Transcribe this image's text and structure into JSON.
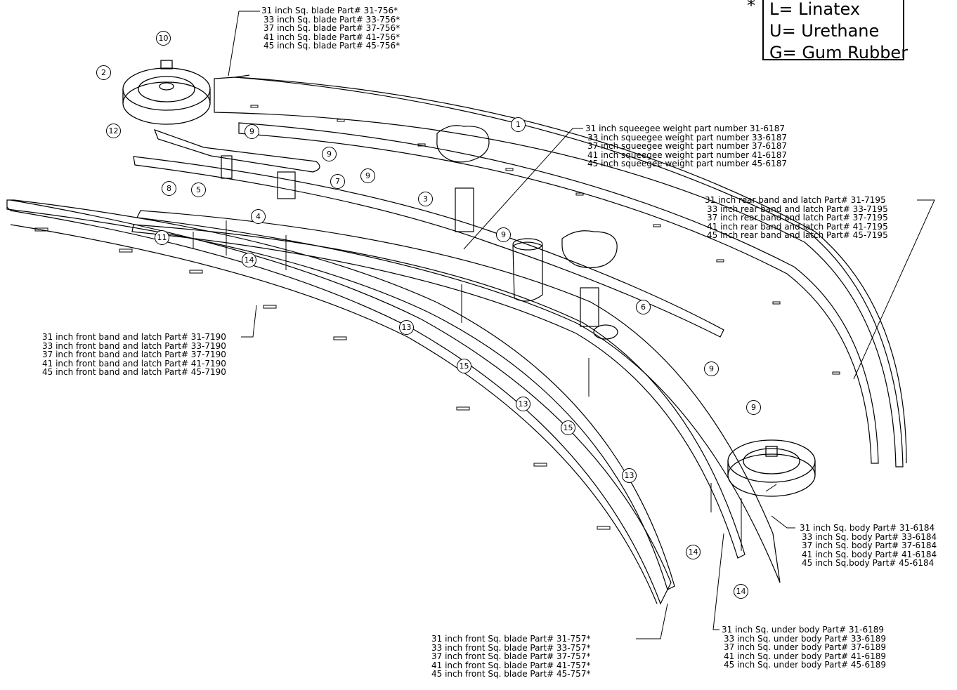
{
  "legend": {
    "marker": "*",
    "items": [
      "L= Linatex",
      "U= Urethane",
      "G= Gum Rubber"
    ]
  },
  "callouts": {
    "sq_blade": [
      "31 inch Sq. blade Part# 31-756*",
      "33 inch Sq. blade Part# 33-756*",
      "37 inch Sq. blade Part# 37-756*",
      "41 inch Sq. blade Part# 41-756*",
      "45 inch Sq. blade Part# 45-756*"
    ],
    "weight": [
      "31 inch squeegee weight part number 31-6187",
      "33 inch squeegee weight part number 33-6187",
      "37 inch squeegee weight part number 37-6187",
      "41 inch squeegee weight part number 41-6187",
      "45 inch squeegee weight part number 45-6187"
    ],
    "rear_band": [
      "31 inch rear band and latch Part# 31-7195",
      "33 inch rear band and latch Part# 33-7195",
      "37 inch rear band and latch Part# 37-7195",
      "41 inch rear band and latch Part# 41-7195",
      "45 inch rear band and latch Part# 45-7195"
    ],
    "front_band": [
      "31 inch front band and latch Part# 31-7190",
      "33 inch front band and latch Part# 33-7190",
      "37 inch front band and latch Part# 37-7190",
      "41 inch front band and latch Part# 41-7190",
      "45 inch front band and latch Part# 45-7190"
    ],
    "sq_body": [
      "31 inch Sq. body Part# 31-6184",
      "33 inch Sq. body Part# 33-6184",
      "37 inch Sq. body Part# 37-6184",
      "41 inch Sq. body Part# 41-6184",
      "45 inch Sq.body Part# 45-6184"
    ],
    "under_body": [
      "31 inch Sq. under body Part# 31-6189",
      "33 inch Sq. under body Part# 33-6189",
      "37 inch Sq. under body Part# 37-6189",
      "41 inch Sq. under body Part# 41-6189",
      "45 inch Sq. under body Part# 45-6189"
    ],
    "front_blade": [
      "31 inch front Sq. blade Part# 31-757*",
      "33 inch front Sq. blade Part# 33-757*",
      "37 inch front Sq. blade Part# 37-757*",
      "41 inch front Sq. blade Part# 41-757*",
      "45 inch front Sq. blade Part# 45-757*"
    ]
  },
  "item_numbers": {
    "n1": "1",
    "n2": "2",
    "n3": "3",
    "n4": "4",
    "n5": "5",
    "n6": "6",
    "n7": "7",
    "n8": "8",
    "n9a": "9",
    "n9b": "9",
    "n9c": "9",
    "n9d": "9",
    "n9e": "9",
    "n9f": "9",
    "n10": "10",
    "n11": "11",
    "n12": "12",
    "n13a": "13",
    "n13b": "13",
    "n13c": "13",
    "n14a": "14",
    "n14b": "14",
    "n14c": "14",
    "n15a": "15",
    "n15b": "15"
  }
}
